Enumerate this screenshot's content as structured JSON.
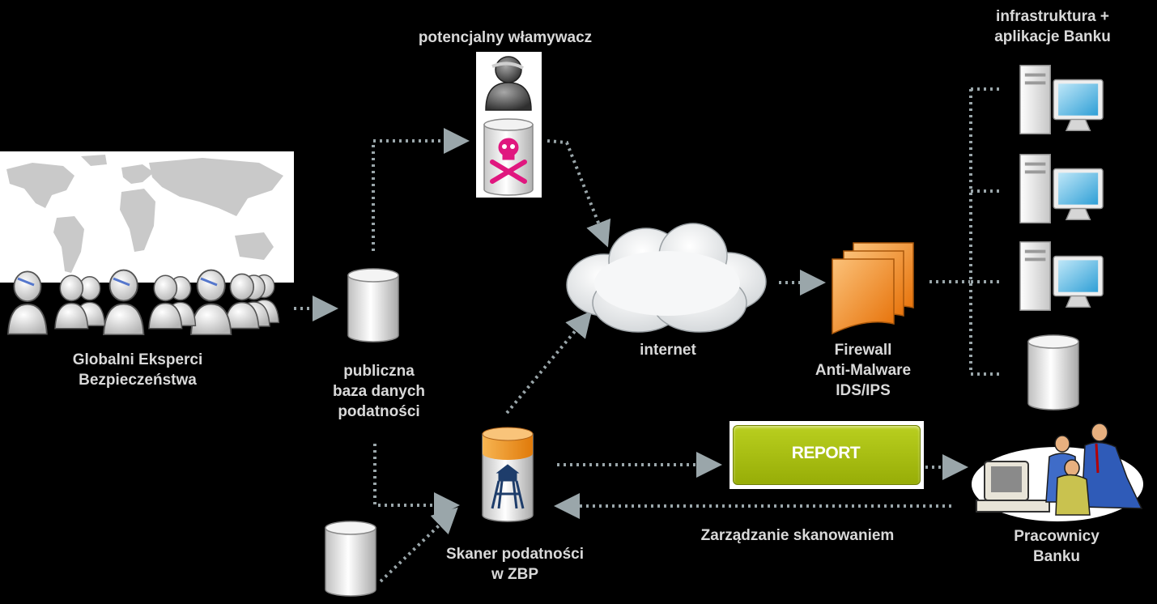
{
  "labels": {
    "experts": [
      "Globalni Eksperci",
      "Bezpieczeństwa"
    ],
    "public_db": [
      "publiczna",
      "baza danych",
      "podatności"
    ],
    "intruder": "potencjalny włamywacz",
    "internet": "internet",
    "firewall": [
      "Firewall",
      "Anti-Malware",
      "IDS/IPS"
    ],
    "bank_infra": [
      "infrastruktura +",
      "aplikacje  Banku"
    ],
    "scanner": [
      "Skaner podatności",
      "w ZBP"
    ],
    "management": "Zarządzanie skanowaniem",
    "staff": [
      "Pracownicy",
      "Banku"
    ],
    "report": "REPORT"
  },
  "colors": {
    "background": "#000000",
    "label_text": "#d9d9d9",
    "connector": "#9aa6aa",
    "report_fill": "#a9bf12",
    "firewall_orange": "#f28c1e",
    "skull_pink": "#e0177f",
    "scanner_cap": "#f39a1d",
    "monitor_blue": "#3aa7dc"
  },
  "icons": {
    "world_map": "world-map-icon",
    "people": "people-group-icon",
    "database": "database-cylinder-icon",
    "intruder": "hacker-icon",
    "cloud": "cloud-icon",
    "firewall": "firewall-stack-icon",
    "server": "server-workstation-icon",
    "scanner": "scanner-tower-icon",
    "staff": "office-workers-icon"
  }
}
